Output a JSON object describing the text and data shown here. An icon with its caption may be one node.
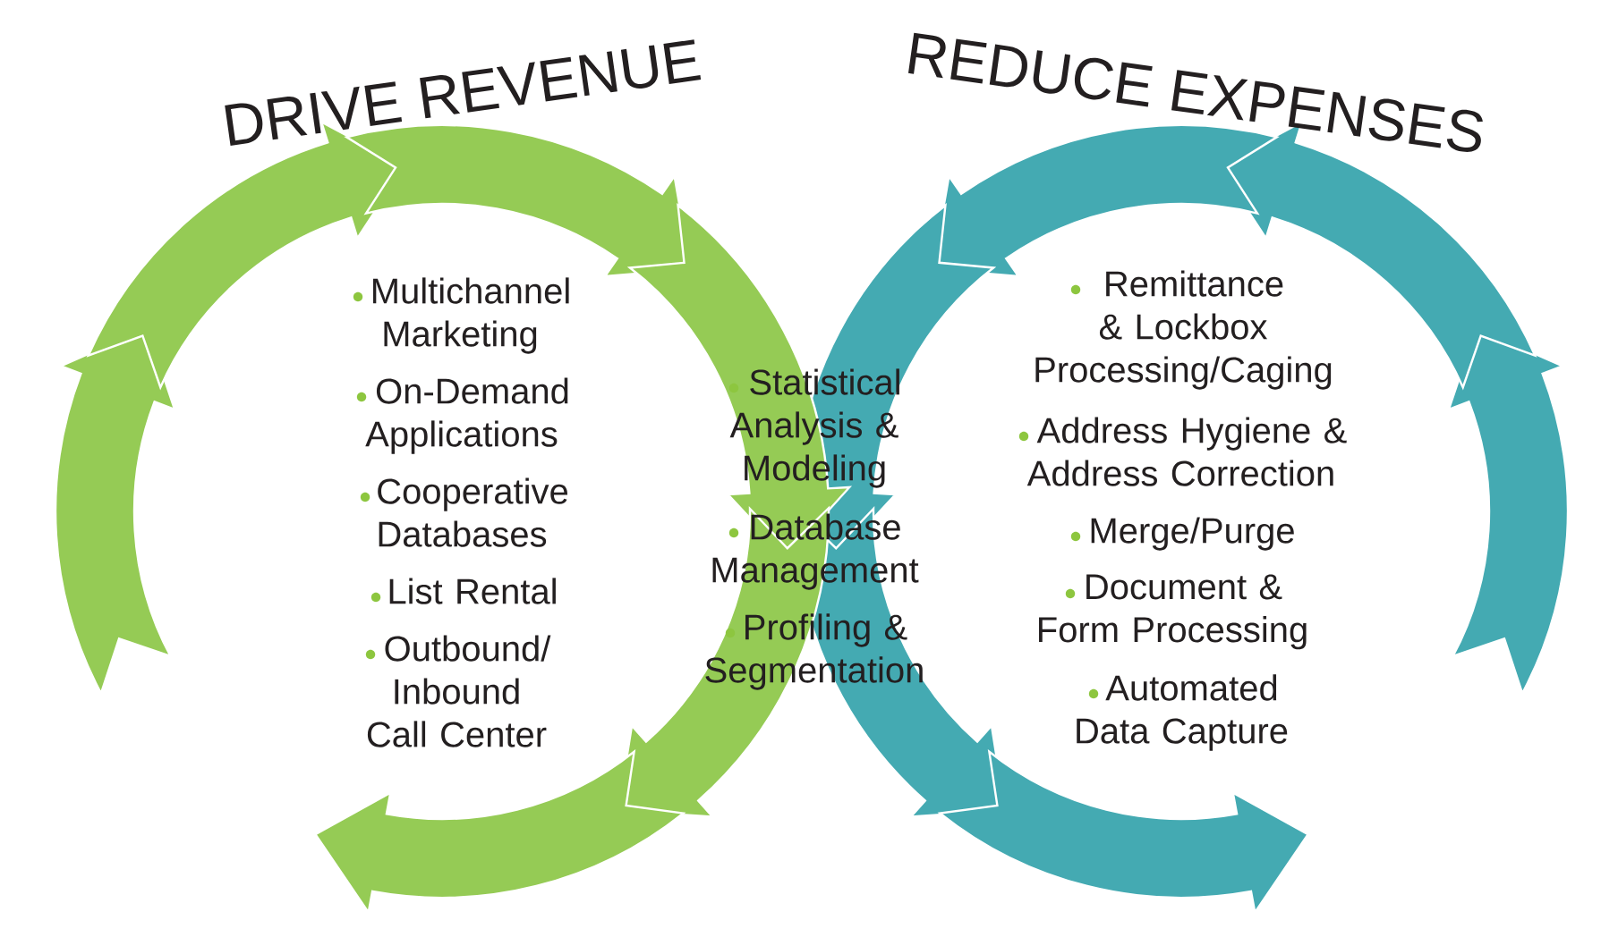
{
  "diagram": {
    "nodes": [
      {
        "text": [
          "DRIVE REVENUE",
          "Multichannel Marketing",
          "On-Demand Applications",
          "Cooperative Databases",
          "List Rental",
          "Outbound/ Inbound Call Center"
        ]
      },
      {
        "text": [
          "REDUCE EXPENSES",
          "Remittance & Lockbox Processing/Caging",
          "Address Hygiene & Address Correction",
          "Merge/Purge",
          "Document & Form Processing",
          "Automated Data Capture"
        ]
      },
      {
        "text": [
          "Statistical Analysis & Modeling",
          "Database Management",
          "Profiling & Segmentation"
        ]
      }
    ]
  }
}
